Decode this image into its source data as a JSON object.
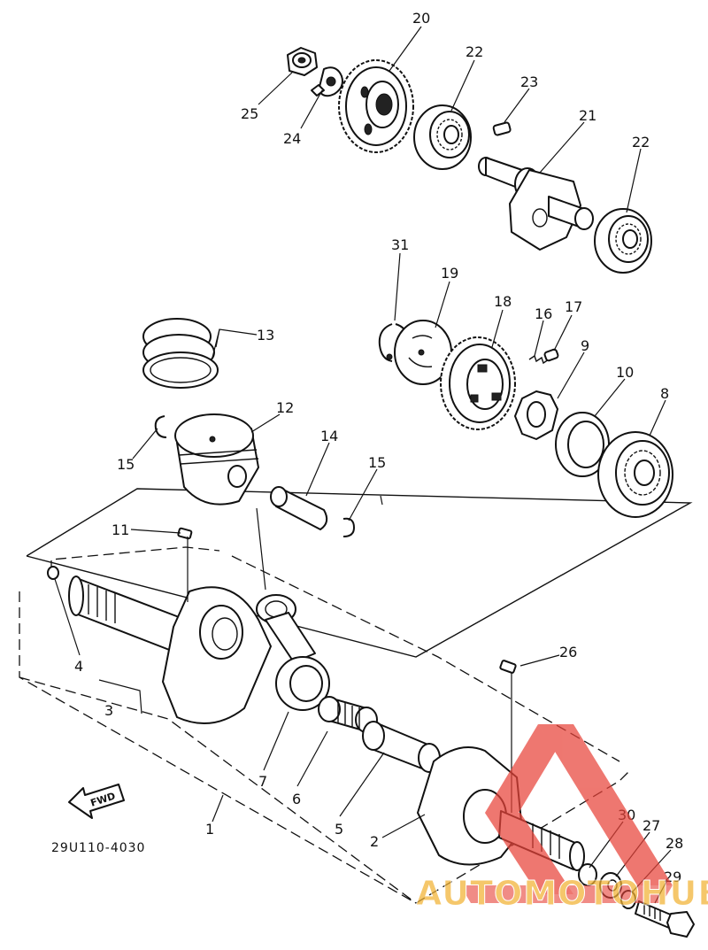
{
  "drawing_code": "29U110-4030",
  "fwd_label": "FWD",
  "watermark": {
    "text": "AUTOMOTOHUB",
    "color": "#f2b233",
    "logo_color": "#e8443a"
  },
  "callouts": {
    "c1": "1",
    "c2": "2",
    "c3": "3",
    "c4": "4",
    "c5": "5",
    "c6": "6",
    "c7": "7",
    "c8": "8",
    "c9": "9",
    "c10": "10",
    "c11": "11",
    "c12": "12",
    "c13": "13",
    "c14": "14",
    "c15a": "15",
    "c15b": "15",
    "c16": "16",
    "c17": "17",
    "c18": "18",
    "c19": "19",
    "c20": "20",
    "c21": "21",
    "c22a": "22",
    "c22b": "22",
    "c23": "23",
    "c24": "24",
    "c25": "25",
    "c26": "26",
    "c27": "27",
    "c28": "28",
    "c29": "29",
    "c30": "30",
    "c31": "31"
  }
}
